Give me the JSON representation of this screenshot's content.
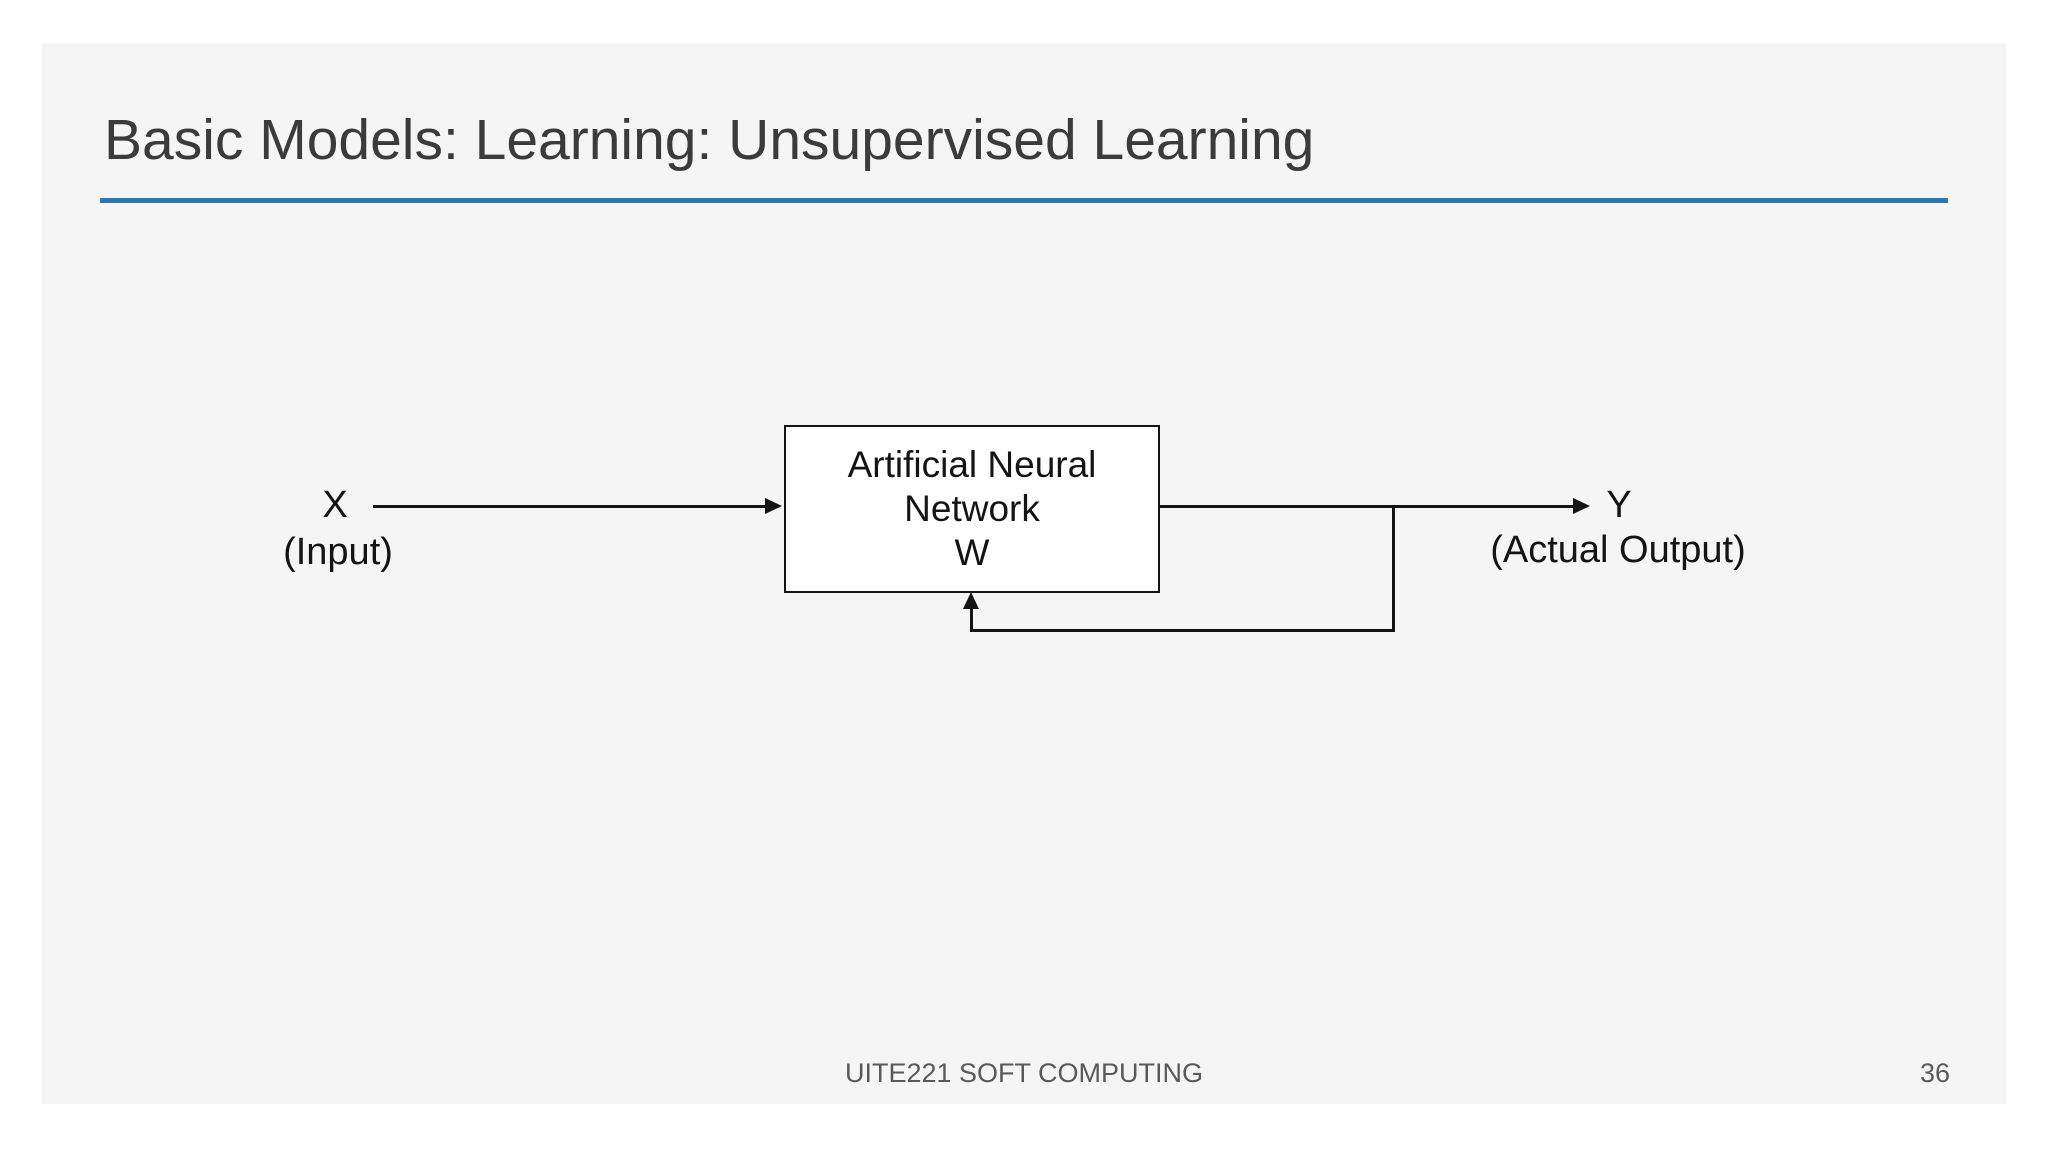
{
  "slide": {
    "title": "Basic Models: Learning: Unsupervised Learning",
    "accent_color": "#2e75b6",
    "background_color": "#f5f5f6",
    "footer": {
      "course_code": "UITE221 SOFT COMPUTING",
      "page_number": "36"
    }
  },
  "diagram": {
    "box_lines": [
      "Artificial Neural",
      "Network",
      "W"
    ],
    "input_symbol": "X",
    "input_caption": "(Input)",
    "output_symbol": "Y",
    "output_caption": "(Actual Output)",
    "line_color": "#141414"
  }
}
